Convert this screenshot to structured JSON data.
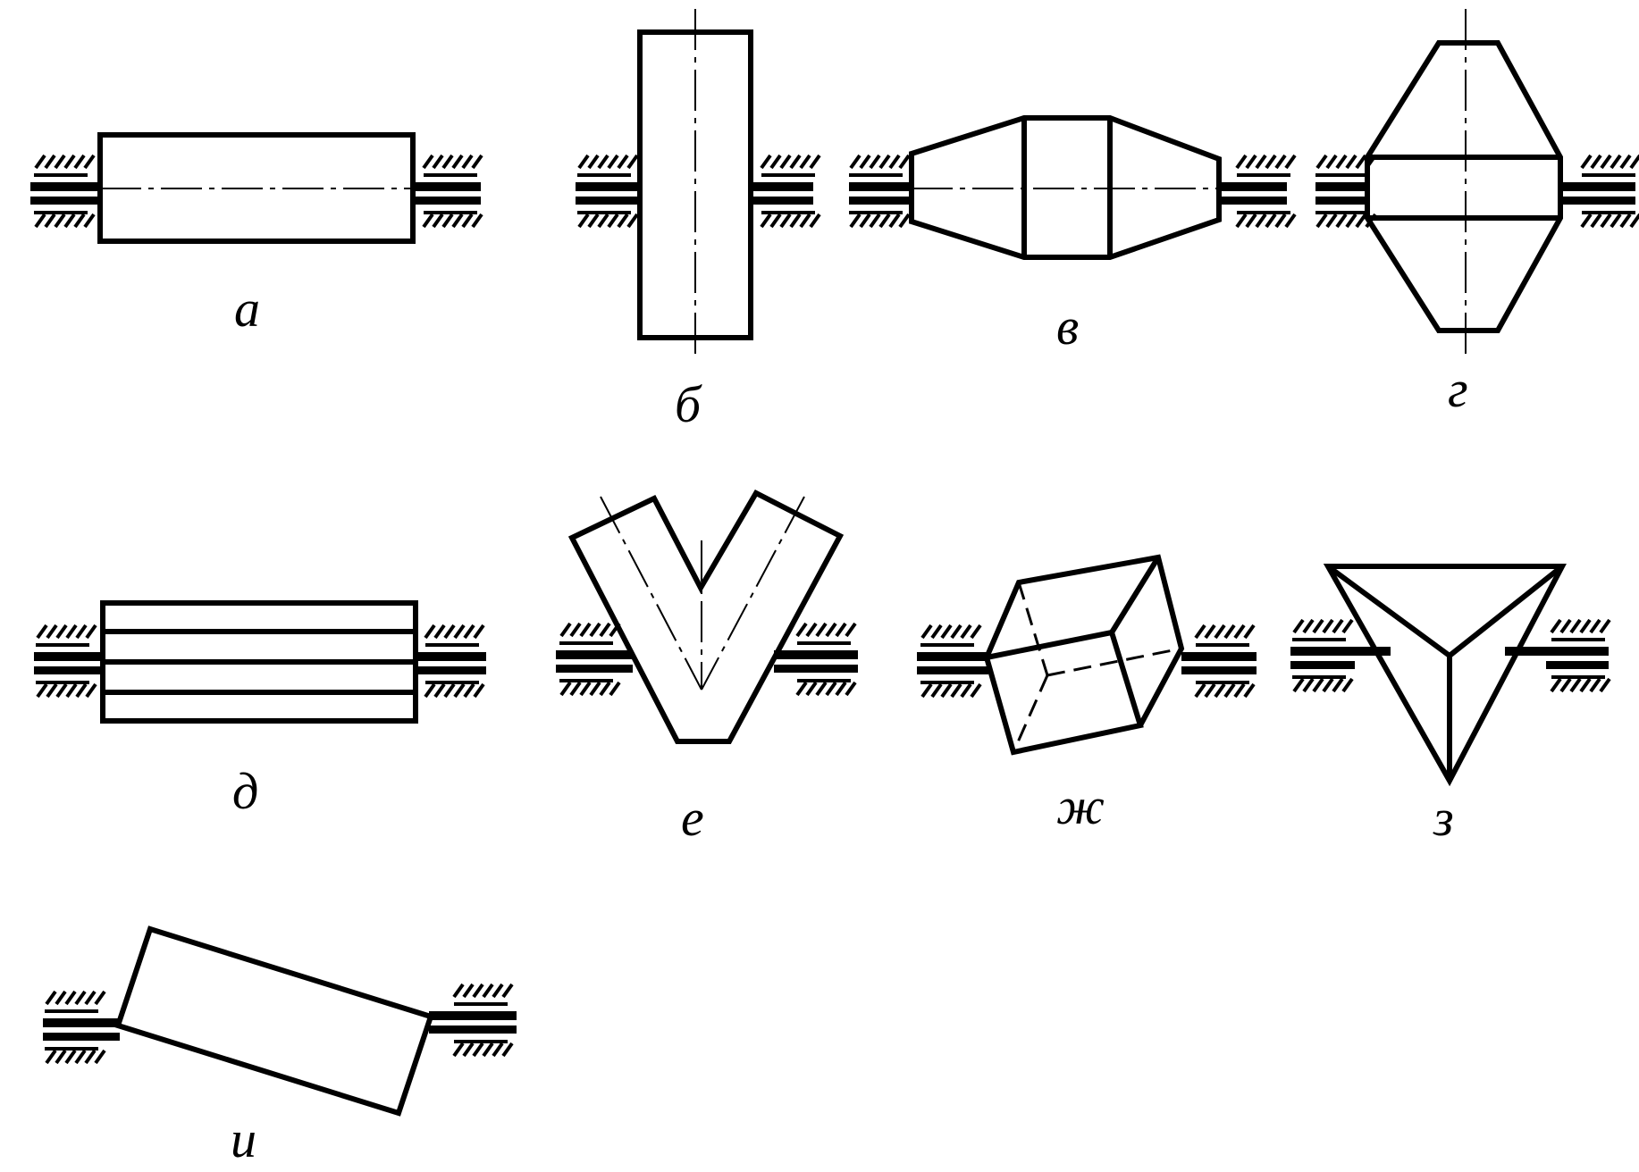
{
  "figure": {
    "labels": {
      "a": "а",
      "b": "б",
      "v": "в",
      "g": "г",
      "d": "д",
      "e": "е",
      "zh": "ж",
      "z": "з",
      "i": "и"
    },
    "colors": {
      "ink": "#000000",
      "background": "#ffffff"
    },
    "bodies": [
      "cylindrical rotor on shaft",
      "disk rotor on shaft",
      "biconical rotor on shaft",
      "double-cone rotor on shaft",
      "layered cylindrical rotor on shaft",
      "V-shaped rotor on shaft",
      "skewed prism rotor on shaft",
      "triangular rotor on shaft",
      "inclined cylinder rotor on shaft"
    ]
  }
}
